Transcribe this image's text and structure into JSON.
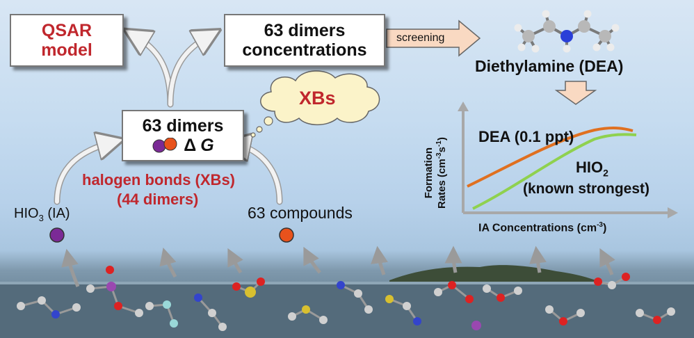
{
  "boxes": {
    "qsar_line1": "QSAR",
    "qsar_line2": "model",
    "conc_line1": "63 dimers",
    "conc_line2": "concentrations",
    "dg_line1": "63 dimers",
    "dg_delta": "Δ",
    "dg_g": "G"
  },
  "arrow_screening": "screening",
  "cloud_label": "XBs",
  "dea_label": "Diethylamine (DEA)",
  "halogen_line1": "halogen bonds (XBs)",
  "halogen_line2": "(44 dimers)",
  "hio3": {
    "prefix": "HIO",
    "sub": "3",
    "suffix": " (IA)"
  },
  "compounds_label": "63 compounds",
  "chart": {
    "ylabel_line1": "Formation",
    "ylabel_line2": "Rates (cm",
    "ylabel_sup1": "-3",
    "ylabel_mid": "s",
    "ylabel_sup2": "-1",
    "ylabel_end": ")",
    "xlabel": "IA Concentrations (cm",
    "xlabel_sup": "-3",
    "xlabel_end": ")",
    "dea_series": "DEA (0.1 ppt)",
    "hio2_prefix": "HIO",
    "hio2_sub": "2",
    "hio2_note": "(known strongest)"
  },
  "colors": {
    "purple": "#7b2a96",
    "orange": "#e8521c",
    "dea_curve": "#e07020",
    "hio2_curve": "#8fd14f",
    "red_text": "#c0272d"
  }
}
